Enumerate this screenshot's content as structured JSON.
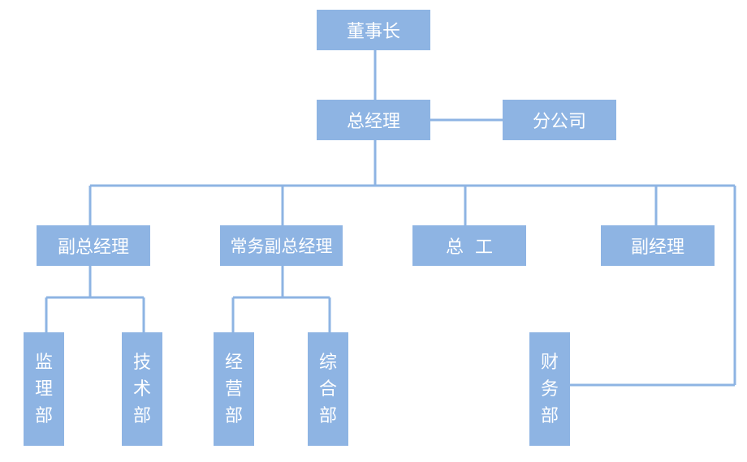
{
  "chart": {
    "chairman": "董事长",
    "general_manager": "总经理",
    "branch": "分公司",
    "vice_gm": "副总经理",
    "exec_vice_gm": "常务副总经理",
    "chief_engineer": "总  工",
    "deputy_manager": "副经理",
    "supervision_dept": [
      "监",
      "理",
      "部"
    ],
    "technical_dept": [
      "技",
      "术",
      "部"
    ],
    "operations_dept": [
      "经",
      "营",
      "部"
    ],
    "general_dept": [
      "综",
      "合",
      "部"
    ],
    "finance_dept": [
      "财",
      "务",
      "部"
    ]
  },
  "colors": {
    "node_fill": "#8eb4e3",
    "node_text": "#ffffff",
    "connector": "#8eb4e3"
  }
}
